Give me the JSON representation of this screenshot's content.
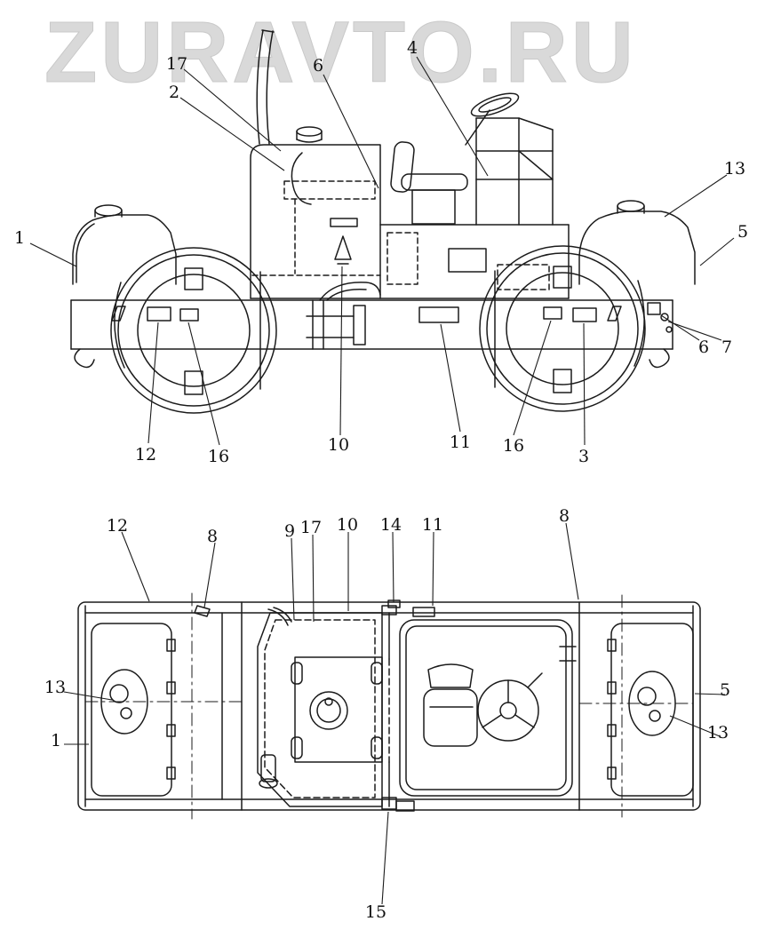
{
  "colors": {
    "ink": "#1b1b1b",
    "watermark": "#d9d9d9",
    "background": "#ffffff"
  },
  "watermark": {
    "text": "ZURAVTO.RU"
  },
  "diagram": {
    "side_view_callouts": [
      {
        "label": "17"
      },
      {
        "label": "2"
      },
      {
        "label": "6"
      },
      {
        "label": "4"
      },
      {
        "label": "13"
      },
      {
        "label": "1"
      },
      {
        "label": "5"
      },
      {
        "label": "6"
      },
      {
        "label": "7"
      },
      {
        "label": "12"
      },
      {
        "label": "16"
      },
      {
        "label": "10"
      },
      {
        "label": "11"
      },
      {
        "label": "16"
      },
      {
        "label": "3"
      }
    ],
    "plan_view_callouts": [
      {
        "label": "12"
      },
      {
        "label": "8"
      },
      {
        "label": "9"
      },
      {
        "label": "17"
      },
      {
        "label": "10"
      },
      {
        "label": "14"
      },
      {
        "label": "11"
      },
      {
        "label": "8"
      },
      {
        "label": "13"
      },
      {
        "label": "1"
      },
      {
        "label": "5"
      },
      {
        "label": "13"
      },
      {
        "label": "15"
      }
    ]
  }
}
